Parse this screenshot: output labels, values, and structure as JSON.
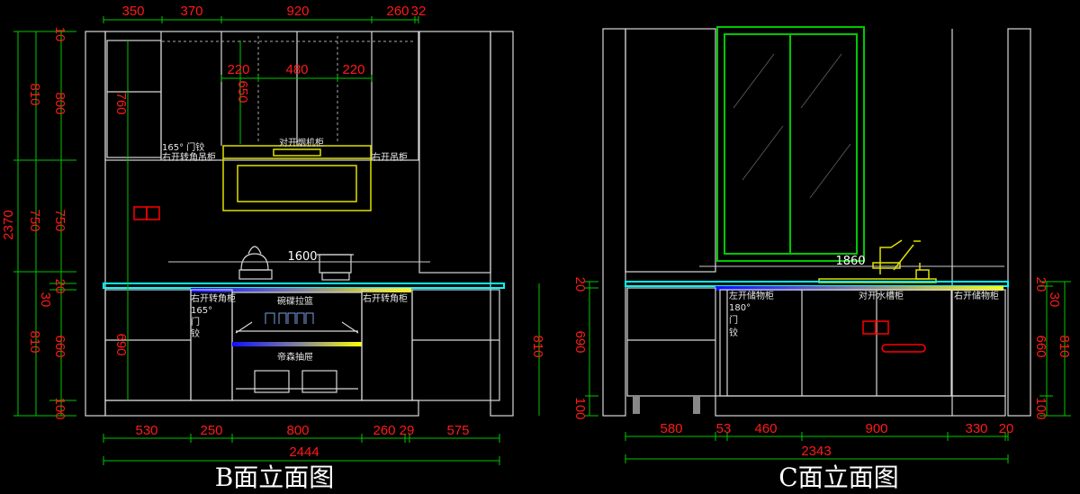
{
  "colors": {
    "background": "#000000",
    "dimension_text": "#ff1a1a",
    "dimension_line": "#00c800",
    "outline": "#d8d8d8",
    "counter": "#00ffff",
    "appliance": "#e0e000"
  },
  "b_elevation": {
    "title": "B面立面图",
    "top_dims": [
      "350",
      "370",
      "920",
      "260",
      "32"
    ],
    "hood_dims": [
      "220",
      "480",
      "220"
    ],
    "hood_height": "650",
    "corner_wall_height": "760",
    "left_dims_outer": [
      "2370"
    ],
    "left_dims_mid": [
      "810",
      "750",
      "810"
    ],
    "left_dims_inner": [
      "10",
      "800",
      "750",
      "20",
      "30",
      "660",
      "100"
    ],
    "base_inner_height": "690",
    "right_dim": "810",
    "bottom_dims": [
      "530",
      "250",
      "800",
      "260",
      "29",
      "575"
    ],
    "total_width": "2444",
    "counter_length": "1600",
    "labels": {
      "wall_corner_hinge": "165° 门铰",
      "wall_corner": "右开转角吊柜",
      "hood_cabinet": "对开烟机柜",
      "wall_right": "右开吊柜",
      "base_corner_left": "右开转角柜",
      "base_corner_hinge": "165°",
      "hinge_1": "门",
      "hinge_2": "铰",
      "dish_basket": "碗碟拉篮",
      "base_corner_right": "右开转角柜",
      "drawer": "帝森抽屉"
    }
  },
  "c_elevation": {
    "title": "C面立面图",
    "left_dims": [
      "20",
      "690",
      "100"
    ],
    "right_dims_inner": [
      "20",
      "30",
      "660",
      "100"
    ],
    "right_dim_outer": "810",
    "bottom_dims": [
      "580",
      "53",
      "460",
      "900",
      "330",
      "20"
    ],
    "total_width": "2343",
    "counter_length": "1860",
    "labels": {
      "left_storage": "左开储物柜",
      "hinge_angle": "180°",
      "hinge_1": "门",
      "hinge_2": "铰",
      "sink_cabinet": "对开水槽柜",
      "right_storage": "右开储物柜"
    }
  }
}
